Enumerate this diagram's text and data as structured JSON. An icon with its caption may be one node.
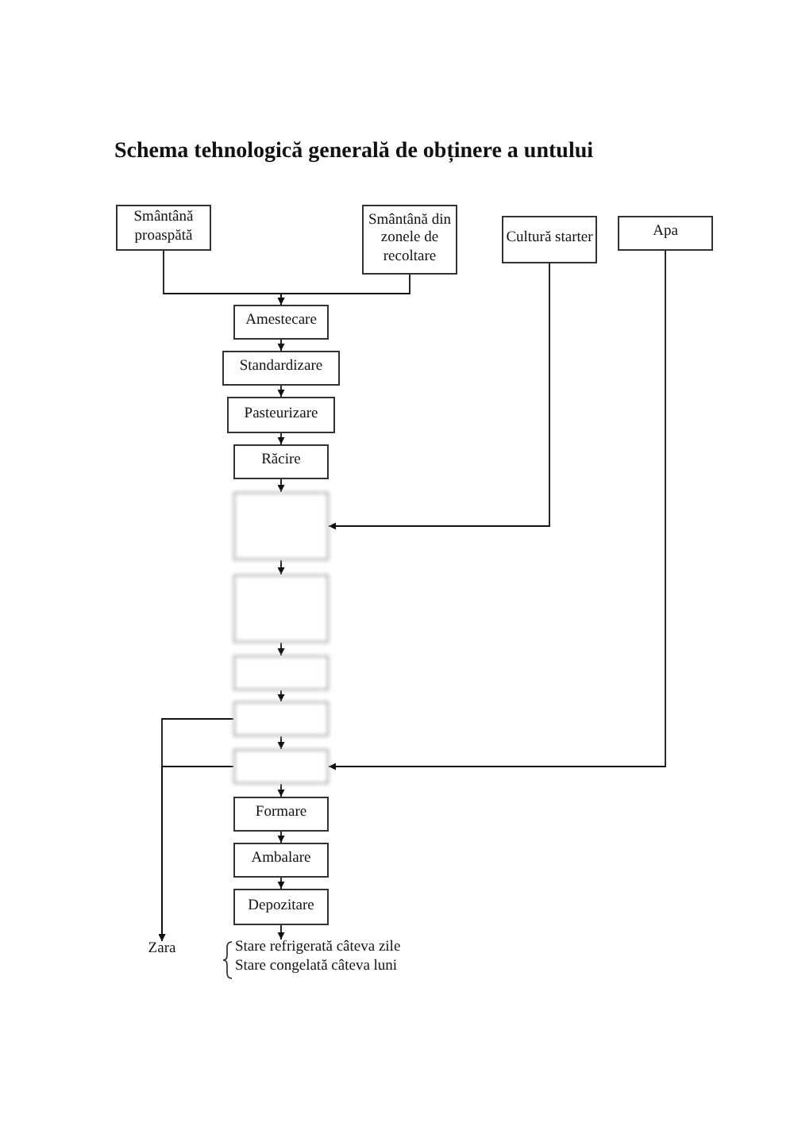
{
  "diagram": {
    "title": "Schema tehnologică generală de obținere a untului",
    "nodes": [
      {
        "text": [
          "Smântână proaspătă"
        ]
      },
      {
        "text": [
          "Smântână din zonele de recoltare"
        ]
      },
      {
        "text": [
          "Cultură starter"
        ]
      },
      {
        "text": [
          "Apa"
        ]
      },
      {
        "text": [
          "Amestecare"
        ]
      },
      {
        "text": [
          "Standardizare"
        ]
      },
      {
        "text": [
          "Pasteurizare"
        ]
      },
      {
        "text": [
          "Răcire"
        ]
      },
      {
        "text": [],
        "shape": "box"
      },
      {
        "text": [],
        "shape": "box"
      },
      {
        "text": [],
        "shape": "box"
      },
      {
        "text": [],
        "shape": "box"
      },
      {
        "text": [],
        "shape": "box"
      },
      {
        "text": [
          "Formare"
        ]
      },
      {
        "text": [
          "Ambalare"
        ]
      },
      {
        "text": [
          "Depozitare"
        ]
      },
      {
        "text": [
          "Zara"
        ]
      },
      {
        "text": [
          "Stare refrigerată câteva zile",
          "Stare congelată câteva luni"
        ]
      }
    ],
    "edges": [
      {
        "from": 0,
        "to": 4,
        "arrow": "to"
      },
      {
        "from": 1,
        "to": 4,
        "arrow": "to"
      },
      {
        "from": 2,
        "to": 8,
        "arrow": "to"
      },
      {
        "from": 3,
        "to": 12,
        "arrow": "to"
      },
      {
        "from": 4,
        "to": 5,
        "arrow": "to"
      },
      {
        "from": 5,
        "to": 6,
        "arrow": "to"
      },
      {
        "from": 6,
        "to": 7,
        "arrow": "to"
      },
      {
        "from": 7,
        "to": 8,
        "arrow": "to"
      },
      {
        "from": 8,
        "to": 9,
        "arrow": "to"
      },
      {
        "from": 9,
        "to": 10,
        "arrow": "to"
      },
      {
        "from": 10,
        "to": 11,
        "arrow": "to"
      },
      {
        "from": 11,
        "to": 12,
        "arrow": "to"
      },
      {
        "from": 12,
        "to": 13,
        "arrow": "to"
      },
      {
        "from": 13,
        "to": 14,
        "arrow": "to"
      },
      {
        "from": 14,
        "to": 15,
        "arrow": "to"
      },
      {
        "from": 11,
        "to": 16,
        "arrow": "to"
      },
      {
        "from": 12,
        "to": 16,
        "arrow": "to"
      },
      {
        "from": 15,
        "to": 17,
        "arrow": "to"
      }
    ]
  }
}
